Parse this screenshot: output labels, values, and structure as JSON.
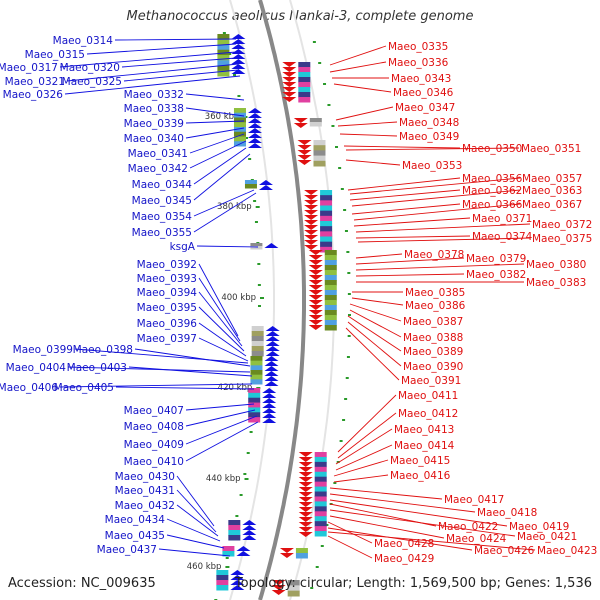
{
  "title": "Methanococcus aeolicus Nankai-3, complete genome",
  "accession": "Accession: NC_009635",
  "topology": "Topology: circular; Length: 1,569,500 bp; Genes: 1,536",
  "colors": {
    "forward": "#1010e0",
    "reverse": "#e01010",
    "backbone": "#888888",
    "tick": "#2a9a2a"
  },
  "scale_ticks": [
    "360 kbp",
    "380 kbp",
    "400 kbp",
    "420 kbp",
    "440 kbp",
    "460 kbp"
  ],
  "forward_genes": [
    "Maeo_0314",
    "Maeo_0315",
    "Maeo_0317",
    "Maeo_0320",
    "Maeo_0321",
    "Maeo_0325",
    "Maeo_0326",
    "Maeo_0332",
    "Maeo_0338",
    "Maeo_0339",
    "Maeo_0340",
    "Maeo_0341",
    "Maeo_0342",
    "Maeo_0344",
    "Maeo_0345",
    "Maeo_0354",
    "Maeo_0355",
    "ksgA",
    "Maeo_0392",
    "Maeo_0393",
    "Maeo_0394",
    "Maeo_0395",
    "Maeo_0396",
    "Maeo_0397",
    "Maeo_0399",
    "Maeo_0398",
    "Maeo_0404",
    "Maeo_0403",
    "Maeo_0406",
    "Maeo_0405",
    "Maeo_0407",
    "Maeo_0408",
    "Maeo_0409",
    "Maeo_0410",
    "Maeo_0430",
    "Maeo_0431",
    "Maeo_0432",
    "Maeo_0434",
    "Maeo_0435",
    "Maeo_0437"
  ],
  "reverse_genes": [
    "Maeo_0335",
    "Maeo_0336",
    "Maeo_0343",
    "Maeo_0346",
    "Maeo_0347",
    "Maeo_0348",
    "Maeo_0349",
    "Maeo_0350",
    "Maeo_0351",
    "Maeo_0353",
    "Maeo_0356",
    "Maeo_0357",
    "Maeo_0362",
    "Maeo_0363",
    "Maeo_0366",
    "Maeo_0367",
    "Maeo_0371",
    "Maeo_0372",
    "Maeo_0374",
    "Maeo_0375",
    "Maeo_0378",
    "Maeo_0379",
    "Maeo_0380",
    "Maeo_0382",
    "Maeo_0383",
    "Maeo_0385",
    "Maeo_0386",
    "Maeo_0387",
    "Maeo_0388",
    "Maeo_0389",
    "Maeo_0390",
    "Maeo_0391",
    "Maeo_0411",
    "Maeo_0412",
    "Maeo_0413",
    "Maeo_0414",
    "Maeo_0415",
    "Maeo_0416",
    "Maeo_0417",
    "Maeo_0418",
    "Maeo_0419",
    "Maeo_0422",
    "Maeo_0421",
    "Maeo_0424",
    "Maeo_0428",
    "Maeo_0426",
    "Maeo_0423",
    "Maeo_0429"
  ]
}
